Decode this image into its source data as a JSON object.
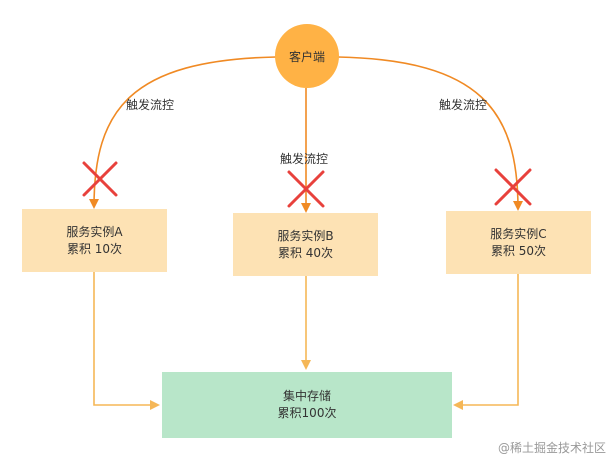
{
  "client": {
    "label": "客户端"
  },
  "edges": {
    "left_label": "触发流控",
    "middle_label": "触发流控",
    "right_label": "触发流控"
  },
  "services": [
    {
      "name": "服务实例A",
      "count": "累积 10次"
    },
    {
      "name": "服务实例B",
      "count": "累积 40次"
    },
    {
      "name": "服务实例C",
      "count": "累积 50次"
    }
  ],
  "storage": {
    "name": "集中存储",
    "count": "累积100次"
  },
  "watermark": "@稀土掘金技术社区",
  "colors": {
    "client_fill": "#ffb245",
    "service_fill": "#fde2b4",
    "storage_fill": "#b8e6c9",
    "edge_orange": "#f08a24",
    "edge_light": "#f5b757",
    "cross_red": "#e8413c"
  }
}
